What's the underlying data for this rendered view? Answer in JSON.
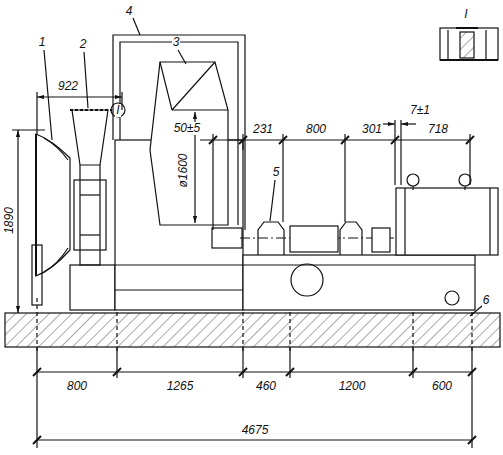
{
  "diagram": {
    "labels": [
      "4",
      "I",
      "1",
      "2",
      "3",
      "922",
      "I",
      "50±5",
      "231",
      "800",
      "301",
      "7±1",
      "718",
      "1890",
      "ø1600",
      "5",
      "6",
      "800",
      "1265",
      "460",
      "1200",
      "600",
      "4675"
    ]
  }
}
